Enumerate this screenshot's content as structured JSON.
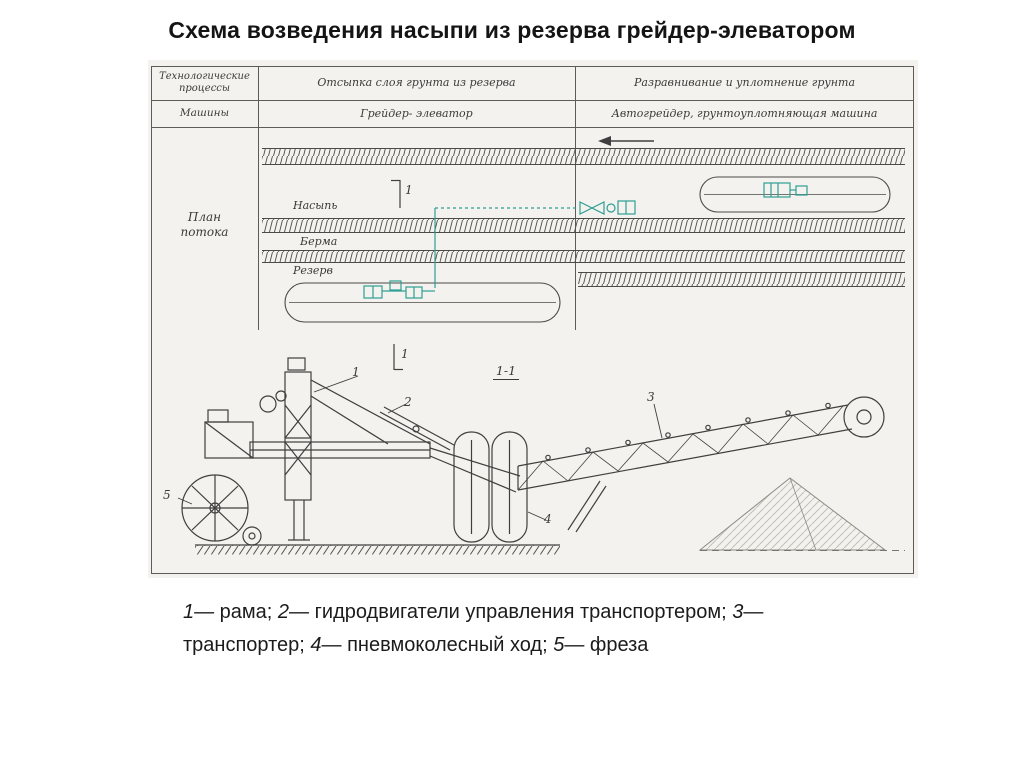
{
  "page": {
    "title": "Схема возведения насыпи из резерва грейдер-элеватором"
  },
  "scheme": {
    "table": {
      "rows": [
        {
          "label": "Технологические процессы",
          "left": "Отсыпка слоя грунта из резерва",
          "right": "Разравнивание и уплотнение грунта"
        },
        {
          "label": "Машины",
          "left": "Грейдер- элеватор",
          "right": "Автогрейдер, грунтоуплотняющая машина"
        }
      ]
    },
    "plan": {
      "label_line1": "План",
      "label_line2": "потока",
      "strip1": "Насыпь",
      "strip2": "Берма",
      "strip3": "Резерв"
    },
    "section": {
      "mark_top": "1",
      "mark_bottom": "1",
      "view": "1-1"
    },
    "callouts": {
      "c1": "1",
      "c2": "2",
      "c3": "3",
      "c4": "4",
      "c5": "5"
    }
  },
  "caption": {
    "line1": {
      "n1": "1",
      "t1": "— рама; ",
      "n2": "2",
      "t2": "— гидродвигатели управления транспортером; ",
      "n3": "3",
      "t3": "—"
    },
    "line2": {
      "t0": "транспортер; ",
      "n4": "4",
      "t4": "— пневмоколесный ход; ",
      "n5": "5",
      "t5": "— фреза"
    }
  },
  "colors": {
    "teal": "#2f9e93",
    "ink": "#3f3f3f",
    "scan_bg": "#f3f2ee"
  }
}
